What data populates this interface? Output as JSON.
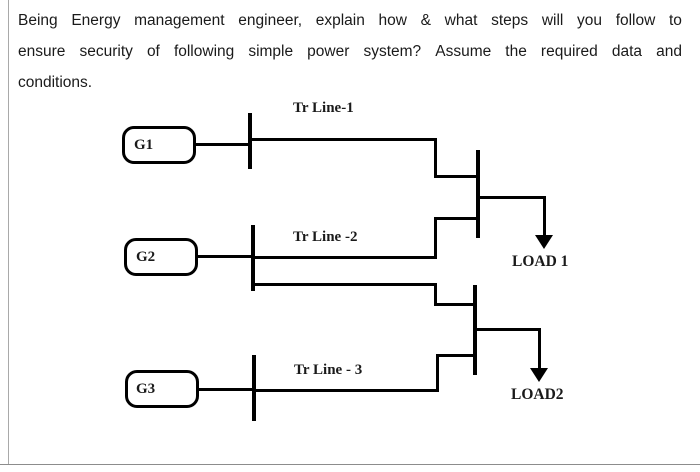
{
  "question": {
    "line1_words": [
      "Being",
      "Energy",
      "management",
      "engineer,",
      "explain",
      "how",
      "&",
      "what",
      "steps",
      "will",
      "you",
      "follow",
      "to"
    ],
    "line2_words": [
      "ensure",
      "security",
      "of",
      "following",
      "simple",
      "power",
      "system?",
      "Assume",
      "the",
      "required",
      "data",
      "and"
    ],
    "line3": "conditions.",
    "full_text": "Being Energy management engineer, explain how & what steps will you follow to ensure security of following simple power system? Assume the required data and conditions."
  },
  "diagram": {
    "title": "simple power system single-line diagram",
    "generators": [
      {
        "id": "g1",
        "label": "G1"
      },
      {
        "id": "g2",
        "label": "G2"
      },
      {
        "id": "g3",
        "label": "G3"
      }
    ],
    "transmission_lines": [
      {
        "id": "tr-line-1",
        "label": "Tr Line-1"
      },
      {
        "id": "tr-line-2",
        "label": "Tr Line -2"
      },
      {
        "id": "tr-line-3",
        "label": "Tr Line -  3"
      }
    ],
    "loads": [
      {
        "id": "load-1",
        "label": "LOAD 1"
      },
      {
        "id": "load-2",
        "label": "LOAD2"
      }
    ],
    "buses": [
      {
        "id": "bus-g1",
        "name": "generator-1-bus"
      },
      {
        "id": "bus-g2",
        "name": "generator-2-bus"
      },
      {
        "id": "bus-g3",
        "name": "generator-3-bus"
      },
      {
        "id": "bus-load-1",
        "name": "load-1-bus"
      },
      {
        "id": "bus-load-2",
        "name": "load-2-bus"
      }
    ],
    "colors": {
      "ink": "#000000",
      "page": "#ffffff",
      "rule": "#a9a9a9"
    }
  }
}
